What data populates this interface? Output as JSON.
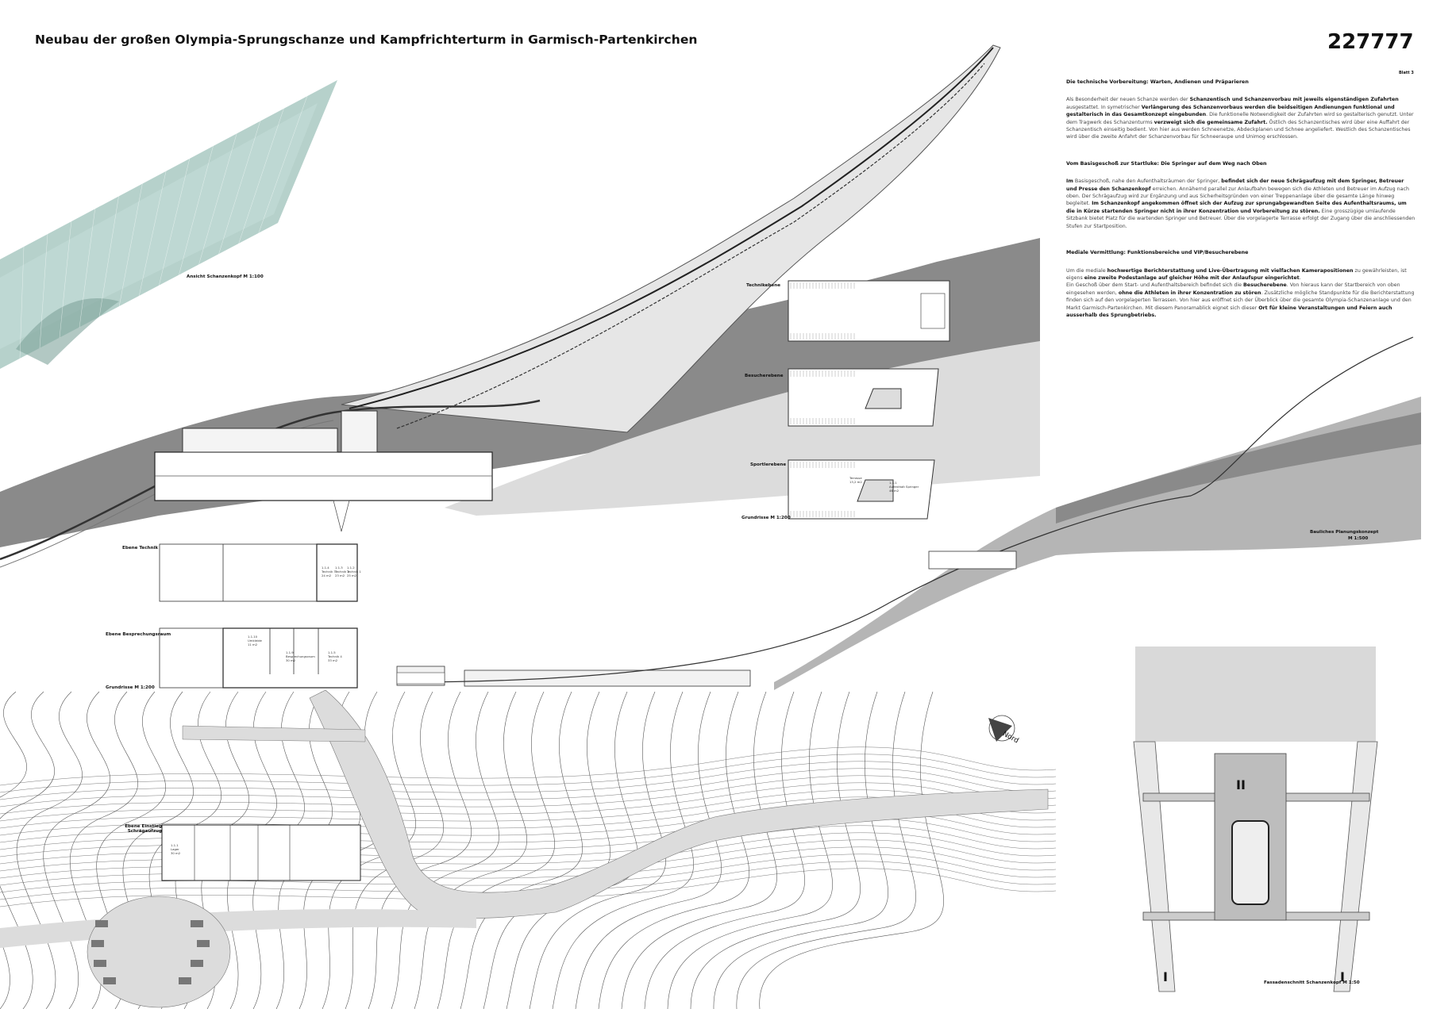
{
  "header": {
    "title": "Neubau der großen Olympia-Sprungschanze und Kampfrichterturm in Garmisch-Partenkirchen",
    "number": "227777",
    "sheet": "Blatt 3"
  },
  "text_sections": [
    {
      "heading": "Die technische Vorbereitung: Warten, Andienen und Präparieren",
      "paragraphs": [
        [
          {
            "t": "Als Besonderheit der neuen Schanze werden der "
          },
          {
            "t": "Schanzentisch und Schanzenvorbau mit jeweils eigenständigen Zufahrten",
            "b": true
          },
          {
            "t": " ausgestattet. In symetrischer "
          },
          {
            "t": "Verlängerung des Schanzenvorbaus werden die beidseitigen Andienungen funktional und gestalterisch in das Gesamtkonzept eingebunden",
            "b": true
          },
          {
            "t": ". Die funktionelle Notwendigkeit der Zufahrten wird so gestalterisch genutzt. Unter dem Tragwerk des Schanzenturms "
          },
          {
            "t": "verzweigt sich die gemeinsame Zufahrt.",
            "b": true
          },
          {
            "t": " Östlich des Schanzentisches wird über eine Auffahrt der Schanzentisch einseitig bedient. Von hier aus werden Schneenetze, Abdeckplanen und Schnee angeliefert. Westlich des Schanzentisches wird über die zweite Anfahrt der Schanzenvorbau für Schneeraupe und Unimog erschlossen."
          }
        ]
      ]
    },
    {
      "heading": "Vom Basisgeschoß zur Startluke: Die Springer auf dem Weg nach Oben",
      "paragraphs": [
        [
          {
            "t": "Im",
            "b": true
          },
          {
            "t": " Basisgeschoß, nahe den Aufenthaltsräumen der Springer, "
          },
          {
            "t": "befindet sich der neue Schrägaufzug mit dem Springer, Betreuer und Presse den Schanzenkopf",
            "b": true
          },
          {
            "t": " erreichen. Annähernd parallel zur Anlaufbahn bewegen sich die Athleten und Betreuer im Aufzug nach oben. Der Schrägaufzug wird zur Ergänzung und aus Sicherheitsgründen von einer Treppenanlage über die gesamte Länge hinweg begleitet. "
          },
          {
            "t": "Im Schanzenkopf angekommen öffnet sich der Aufzug zur sprungabgewandten Seite des Aufenthaltsraums, um die in Kürze startenden Springer nicht in ihrer Konzentration und Vorbereitung zu stören.",
            "b": true
          },
          {
            "t": " Eine grosszügige umlaufende Sitzbank bietet Platz für die wartenden Springer und Betreuer. Über die vorgelagerte Terrasse erfolgt der Zugang über die anschliessenden Stufen zur Startposition."
          }
        ]
      ]
    },
    {
      "heading": "Mediale Vermittlung: Funktionsbereiche und VIP/Besucherebene",
      "paragraphs": [
        [
          {
            "t": "Um die mediale "
          },
          {
            "t": "hochwertige Berichterstattung und Live-Übertragung mit vielfachen Kamerapositionen",
            "b": true
          },
          {
            "t": " zu gewährleisten, ist eigens "
          },
          {
            "t": "eine zweite Podestanlage auf gleicher Höhe mit der Anlaufspur eingerichtet",
            "b": true
          },
          {
            "t": "."
          }
        ],
        [
          {
            "t": "Ein Geschoß über dem Start- und Aufenthaltsbereich befindet sich die "
          },
          {
            "t": "Besucherebene",
            "b": true
          },
          {
            "t": ". Von hieraus kann der Startbereich von oben eingesehen werden, "
          },
          {
            "t": "ohne die Athleten in ihrer Konzentration zu stören",
            "b": true
          },
          {
            "t": ". Zusätzliche mögliche Standpunkte für die Berichterstattung finden sich auf den vorgelagerten Terrassen.  Von hier aus eröffnet sich der Überblick über die gesamte Olympia-Schanzenanlage und den Markt Garmisch-Partenkirchen. Mit diesem Panoramablick eignet sich dieser "
          },
          {
            "t": "Ort für kleine Veranstaltungen und Feiern auch ausserhalb des Sprungbetriebs.",
            "b": true
          }
        ]
      ]
    }
  ],
  "labels": {
    "ansicht_kopf": "Ansicht Schanzenkopf M 1:100",
    "technikebene": "Technikebene",
    "besucherebene": "Besucherebene",
    "sportlerebene": "Sportlerebene",
    "grundrisse_right": "Grundrisse M 1:200",
    "ebene_technik": "Ebene Technik",
    "ebene_besprechung": "Ebene Besprechungsraum",
    "grundrisse_left": "Grundrisse M 1:200",
    "ebene_einstieg": "Ebene Einstieg Schrägaufzug",
    "nord": "Nord",
    "planungskonzept": "Bauliches Planungskonzept",
    "planungskonzept_scale": "M 1:500",
    "fassadenschnitt": "Fassadenschnitt Schanzenkopf M 1:50"
  },
  "rooms": {
    "technik3": "1.1.4\nTechnik 3\n24 m2",
    "technik2": "1.1.3\nTechnik 2\n23 m2",
    "technik1": "1.1.2\nTechnik 1\n25 m2",
    "umkleide": "1.1.10\nUmkleide\n11 m2",
    "besprechung": "1.1.9\nBesprechungsraum\n30 m2",
    "technik4": "1.1.5\nTechnik 4\n33 m2",
    "lager": "1.1.1\nLager\n30 m2",
    "aufenthalt_springer": "1.3.1\nAufenthalt Springer\n46 m2",
    "terrasse": "Terrasse\n13,2 m2"
  },
  "colors": {
    "glass": "#a9c9c2",
    "terrain_dark": "#8a8a8a",
    "terrain_mid": "#b5b5b5",
    "terrain_light": "#dcdcdc"
  }
}
